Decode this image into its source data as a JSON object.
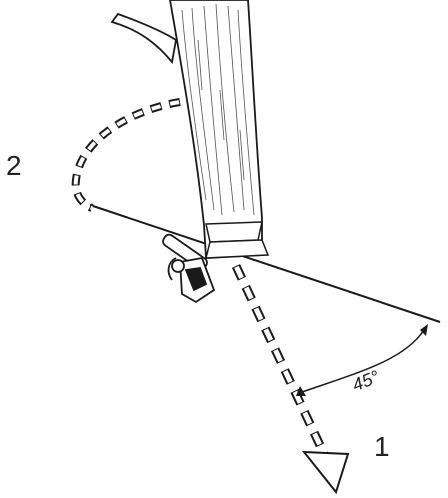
{
  "labels": {
    "path_2": "2",
    "path_1": "1",
    "angle": "45°"
  },
  "colors": {
    "ink": "#1a1a1a",
    "background": "#ffffff"
  },
  "icons": [
    "tree-trunk",
    "chainsaw",
    "fall-direction-arrow"
  ]
}
